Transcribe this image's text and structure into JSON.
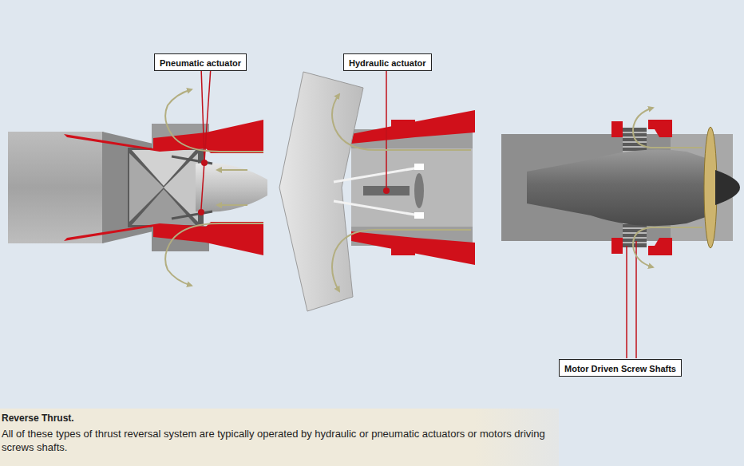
{
  "diagram": {
    "title": "Reverse Thrust.",
    "caption": "All of these types of thrust reversal system are typically operated by hydraulic or pneumatic actuators or motors driving screws shafts.",
    "nodes": [
      {
        "text": [
          "Pneumatic actuator"
        ]
      },
      {
        "text": [
          "Hydraulic actuator"
        ]
      },
      {
        "text": [
          "Motor Driven Screw Shafts"
        ]
      }
    ]
  }
}
